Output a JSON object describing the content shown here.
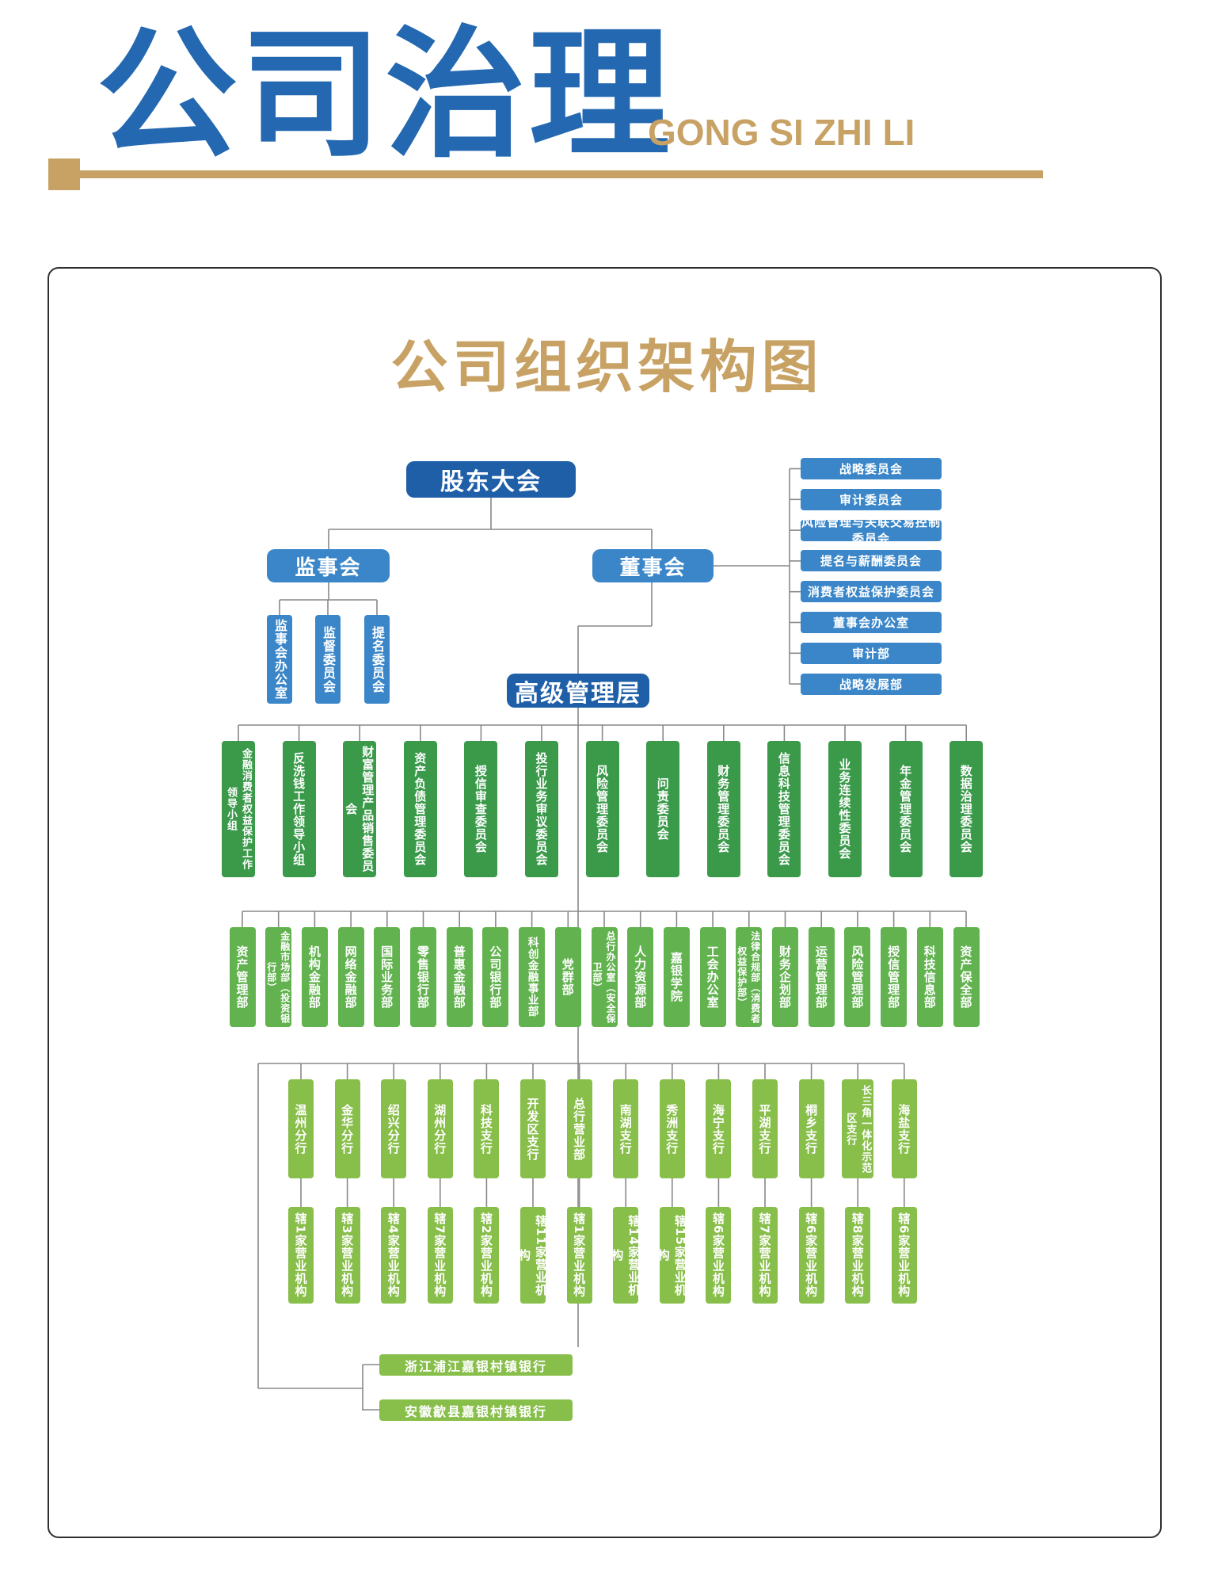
{
  "header": {
    "title": "公司治理",
    "subtitle": "GONG SI ZHI LI"
  },
  "chart_title": "公司组织架构图",
  "org": {
    "shareholders": "股东大会",
    "supervisory_board": "监事会",
    "board": "董事会",
    "senior_management": "高级管理层",
    "supervisory_units": [
      "监事会办公室",
      "监督委员会",
      "提名委员会"
    ],
    "board_units": [
      "战略委员会",
      "审计委员会",
      "风险管理与关联交易控制委员会",
      "提名与薪酬委员会",
      "消费者权益保护委员会",
      "董事会办公室",
      "审计部",
      "战略发展部"
    ],
    "committees": [
      "金融消费者权益保护工作领导小组",
      "反洗钱工作领导小组",
      "财富管理产品销售委员会",
      "资产负债管理委员会",
      "授信审查委员会",
      "投行业务审议委员会",
      "风险管理委员会",
      "问责委员会",
      "财务管理委员会",
      "信息科技管理委员会",
      "业务连续性委员会",
      "年金管理委员会",
      "数据治理委员会"
    ],
    "departments": [
      "资产管理部",
      "金融市场部（投资银行部）",
      "机构金融部",
      "网络金融部",
      "国际业务部",
      "零售银行部",
      "普惠金融部",
      "公司银行部",
      "科创金融事业部",
      "党群部",
      "总行办公室（安全保卫部）",
      "人力资源部",
      "嘉银学院",
      "工会办公室",
      "法律合规部（消费者权益保护部）",
      "财务企划部",
      "运营管理部",
      "风险管理部",
      "授信管理部",
      "科技信息部",
      "资产保全部"
    ],
    "branches": [
      "温州分行",
      "金华分行",
      "绍兴分行",
      "湖州分行",
      "科技支行",
      "开发区支行",
      "总行营业部",
      "南湖支行",
      "秀洲支行",
      "海宁支行",
      "平湖支行",
      "桐乡支行",
      "长三角一体化示范区支行",
      "海盐支行"
    ],
    "branch_outlets": [
      "辖1家营业机构",
      "辖3家营业机构",
      "辖4家营业机构",
      "辖7家营业机构",
      "辖2家营业机构",
      "辖11家营业机构",
      "辖1家营业机构",
      "辖14家营业机构",
      "辖15家营业机构",
      "辖6家营业机构",
      "辖7家营业机构",
      "辖6家营业机构",
      "辖8家营业机构",
      "辖6家营业机构"
    ],
    "village_banks": [
      "浙江浦江嘉银村镇银行",
      "安徽歙县嘉银村镇银行"
    ]
  }
}
